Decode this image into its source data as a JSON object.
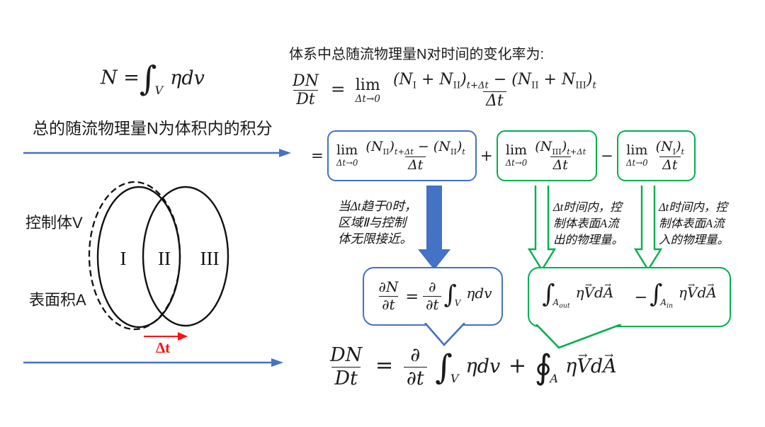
{
  "colors": {
    "blue": "#4472C4",
    "green": "#00B050",
    "red": "#FF1111",
    "ink": "#1b1b1b"
  },
  "sym": {
    "int": "∫",
    "oint": "∮",
    "arrow": "→",
    "eta": "η",
    "V": "V",
    "d": "d",
    "A": "A"
  },
  "left": {
    "formula_n": {
      "lhs": "N =",
      "int_sub": "V",
      "body": "ηdv"
    },
    "caption": "总的随流物理量N为体积内的积分",
    "venn": {
      "control_volume": "控制体V",
      "surface_area": "表面积A",
      "region_1": "I",
      "region_2": "II",
      "region_3": "III",
      "dt": "Δt"
    }
  },
  "right": {
    "title": "体系中总随流物理量N对时间的变化率为:",
    "eq1": {
      "lhs_num": "DN",
      "lhs_den": "Dt",
      "eq": "=",
      "lim": "lim",
      "lim_sub": "Δt→0",
      "n": [
        "(N",
        "I",
        " + N",
        "II",
        ")",
        "t+Δt",
        " − (N",
        "II",
        " + N",
        "III",
        ")",
        "t"
      ],
      "den": "Δt"
    },
    "eq2": {
      "eq": "=",
      "plus": "+",
      "minus": "−",
      "blue_box": {
        "lim": "lim",
        "lim_sub": "Δt→0",
        "n": [
          "(N",
          "II",
          ")",
          "t+Δt",
          " − (N",
          "II",
          ")",
          "t"
        ],
        "den": "Δt"
      },
      "green_box_out": {
        "lim": "lim",
        "lim_sub": "Δt→0",
        "n": [
          "(N",
          "III",
          ")",
          "t+Δt"
        ],
        "den": "Δt"
      },
      "green_box_in": {
        "lim": "lim",
        "lim_sub": "Δt→0",
        "n": [
          "(N",
          "I",
          ")",
          "t"
        ],
        "den": "Δt"
      }
    },
    "note_blue": [
      "当Δt趋于0时，",
      "区域Ⅱ与控制",
      "体无限接近。"
    ],
    "note_out": [
      "Δt时间内，控",
      "制体表面A流",
      "出的物理量。"
    ],
    "note_in": [
      "Δt时间内，控",
      "制体表面A流",
      "入的物理量。"
    ],
    "bubble_blue": {
      "num1": "∂N",
      "den1": "∂t",
      "eq": "=",
      "num2": "∂",
      "den2": "∂t",
      "int_sub": "V",
      "body": "ηdv"
    },
    "bubble_green": {
      "sub_out_main": "A",
      "sub_out_small": "out",
      "minus": "−",
      "sub_in_main": "A",
      "sub_in_small": "in"
    },
    "final": {
      "lhs_num": "DN",
      "lhs_den": "Dt",
      "eq": "=",
      "num2": "∂",
      "den2": "∂t",
      "int_sub": "V",
      "body": "ηdv",
      "plus": "+",
      "oint_sub": "A"
    }
  }
}
